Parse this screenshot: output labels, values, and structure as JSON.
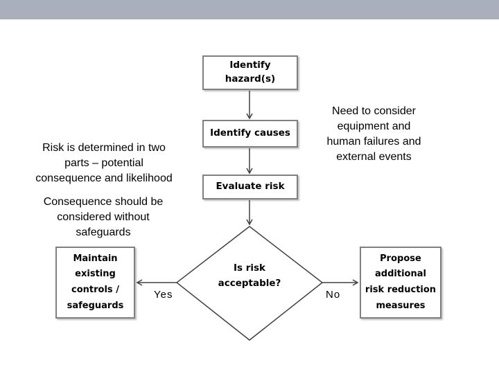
{
  "diagram": {
    "boxes": {
      "identify_hazards": "Identify\nhazard(s)",
      "identify_causes": "Identify causes",
      "evaluate_risk": "Evaluate risk",
      "decision": "Is risk\nacceptable?",
      "maintain_controls": "Maintain\nexisting\ncontrols /\nsafeguards",
      "propose_measures": "Propose\nadditional\nrisk reduction\nmeasures"
    },
    "branch_labels": {
      "yes": "Yes",
      "no": "No"
    },
    "notes": {
      "risk_determined": "Risk is determined in two\nparts – potential\nconsequence and likelihood",
      "consequence": "Consequence should be\nconsidered without\nsafeguards",
      "consider_failures": "Need to consider\nequipment and\nhuman failures and\nexternal events"
    },
    "colors": {
      "header_bar": "#a9afbb",
      "box_border": "#7f7f7f",
      "connector": "#404040"
    }
  }
}
